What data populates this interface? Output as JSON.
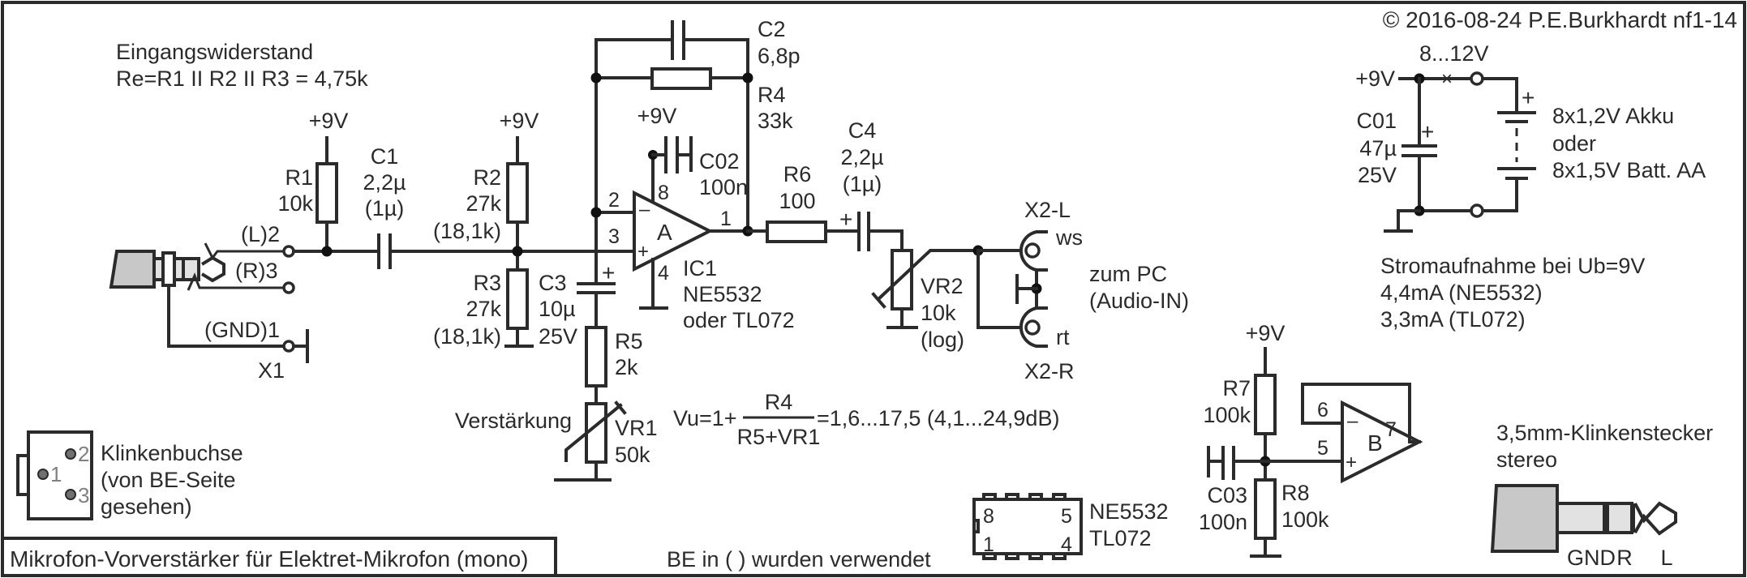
{
  "copyright": "© 2016-08-24 P.E.Burkhardt nf1-14",
  "title": "Mikrofon-Vorverstärker für Elektret-Mikrofon (mono)",
  "footnote": "BE in ( ) wurden verwendet",
  "input_impedance": {
    "heading": "Eingangswiderstand",
    "formula": "Re=R1 II R2 II R3 = 4,75k"
  },
  "input_jack": {
    "pins": [
      "(L)2",
      "(R)3",
      "(GND)1"
    ],
    "label": "X1"
  },
  "components": {
    "R1": {
      "name": "R1",
      "value": "10k",
      "supply": "+9V"
    },
    "C1": {
      "name": "C1",
      "value": "2,2µ",
      "alt": "(1µ)"
    },
    "R2": {
      "name": "R2",
      "value": "27k",
      "alt": "(18,1k)",
      "supply": "+9V"
    },
    "R3": {
      "name": "R3",
      "value": "27k",
      "alt": "(18,1k)"
    },
    "C3": {
      "name": "C3",
      "value": "10µ",
      "voltage": "25V"
    },
    "R5": {
      "name": "R5",
      "value": "2k"
    },
    "VR1": {
      "name": "VR1",
      "value": "50k",
      "label": "Verstärkung"
    },
    "C2": {
      "name": "C2",
      "value": "6,8p"
    },
    "R4": {
      "name": "R4",
      "value": "33k"
    },
    "C02": {
      "name": "C02",
      "value": "100n",
      "supply": "+9V"
    },
    "IC1": {
      "name": "IC1",
      "unit": "A",
      "part": "NE5532",
      "alt": "oder TL072",
      "pins": {
        "inv": "2",
        "noninv": "3",
        "out": "1",
        "vcc": "8",
        "gnd": "4"
      }
    },
    "R6": {
      "name": "R6",
      "value": "100"
    },
    "C4": {
      "name": "C4",
      "value": "2,2µ",
      "alt": "(1µ)"
    },
    "VR2": {
      "name": "VR2",
      "value": "10k",
      "taper": "(log)"
    },
    "C01": {
      "name": "C01",
      "value": "47µ",
      "voltage": "25V"
    },
    "R7": {
      "name": "R7",
      "value": "100k",
      "supply": "+9V"
    },
    "R8": {
      "name": "R8",
      "value": "100k"
    },
    "C03": {
      "name": "C03",
      "value": "100n"
    },
    "IC1B": {
      "unit": "B",
      "pins": {
        "inv": "6",
        "noninv": "5",
        "out": "7"
      }
    }
  },
  "output": {
    "left_label": "X2-L",
    "left_color": "ws",
    "right_label": "X2-R",
    "right_color": "rt",
    "dest_line1": "zum PC",
    "dest_line2": "(Audio-IN)"
  },
  "gain": {
    "prefix": "Vu=1+",
    "numerator": "R4",
    "denominator": "R5+VR1",
    "result": "=1,6...17,5 (4,1...24,9dB)"
  },
  "power": {
    "supply_label": "+9V",
    "range": "8...12V",
    "battery_line1": "8x1,2V Akku",
    "battery_line2": "oder",
    "battery_line3": "8x1,5V Batt. AA",
    "current_heading": "Stromaufnahme bei Ub=9V",
    "current_ne5532": "4,4mA (NE5532)",
    "current_tl072": "3,3mA (TL072)"
  },
  "socket_legend": {
    "line1": "Klinkenbuchse",
    "line2": "(von BE-Seite",
    "line3": " gesehen)",
    "pins": [
      "1",
      "2",
      "3"
    ]
  },
  "dip": {
    "pins": [
      "8",
      "5",
      "1",
      "4"
    ],
    "part1": "NE5532",
    "part2": "TL072"
  },
  "plug_legend": {
    "line1": "3,5mm-Klinkenstecker",
    "line2": "stereo",
    "contacts": [
      "GND",
      "R",
      "L"
    ]
  }
}
